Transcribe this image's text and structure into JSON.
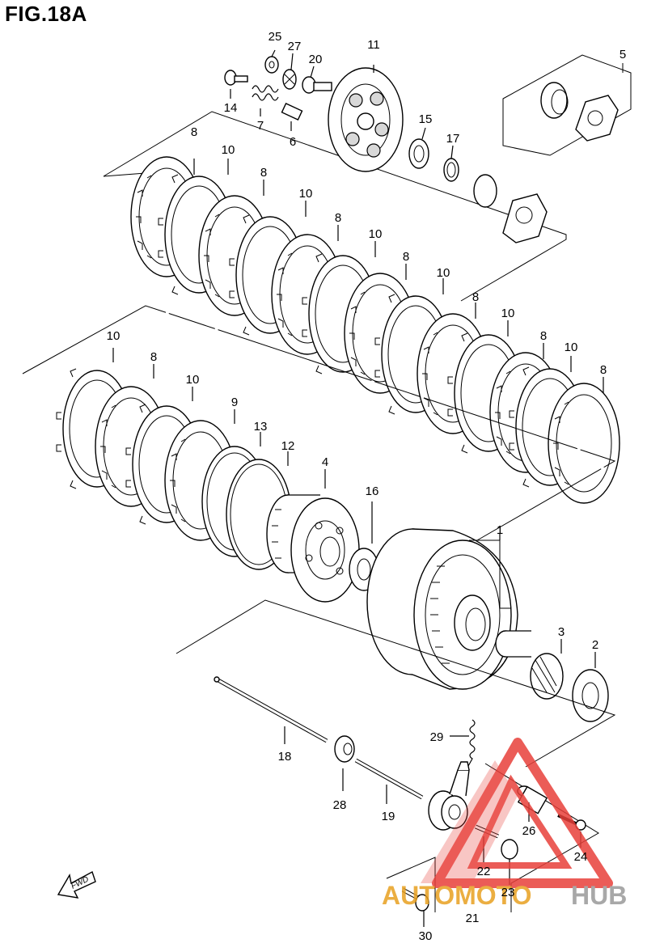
{
  "figure": {
    "title": "FIG.18A"
  },
  "callouts": {
    "p1": "1",
    "p2": "2",
    "p3": "3",
    "p4": "4",
    "p5": "5",
    "p6": "6",
    "p7": "7",
    "p8": "8",
    "p9": "9",
    "p10": "10",
    "p11": "11",
    "p12": "12",
    "p13": "13",
    "p14": "14",
    "p15": "15",
    "p16": "16",
    "p17": "17",
    "p18": "18",
    "p19": "19",
    "p20": "20",
    "p21": "21",
    "p22": "22",
    "p23": "23",
    "p24": "24",
    "p25": "25",
    "p26": "26",
    "p27": "27",
    "p28": "28",
    "p29": "29",
    "p30": "30"
  },
  "direction_marker": {
    "label": "FWD"
  },
  "watermark": {
    "brand_left": "AUTOMOTO",
    "brand_right": "HUB",
    "color_red": "#e8403a",
    "color_gray": "#9a9a9a"
  }
}
